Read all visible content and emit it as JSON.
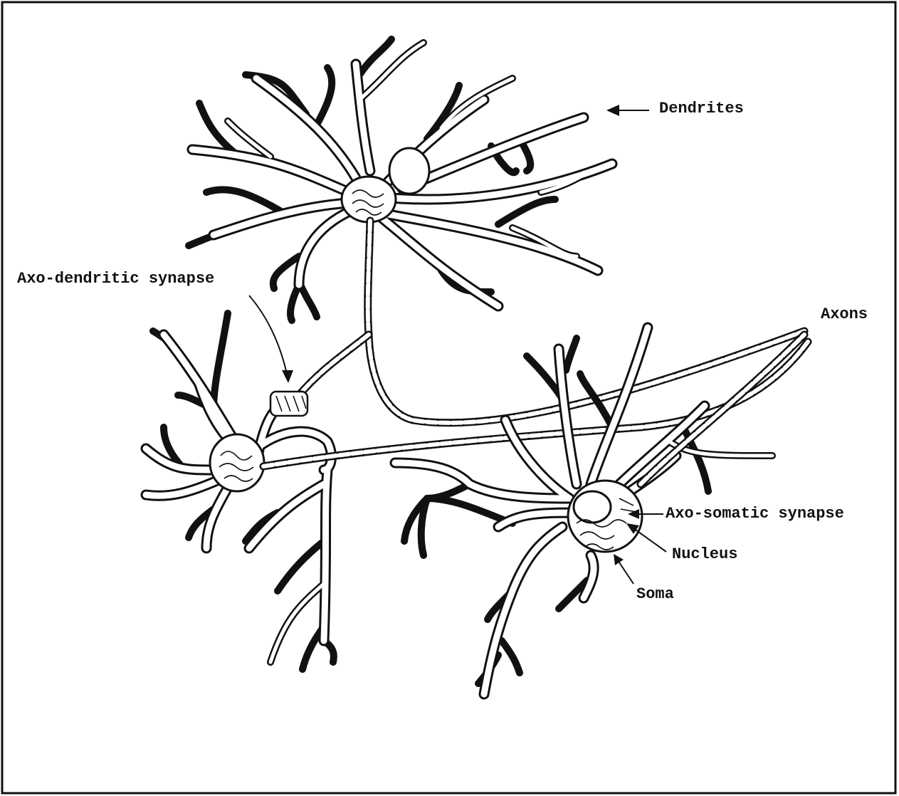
{
  "labels": {
    "dendrites": "Dendrites",
    "axons": "Axons",
    "axo_dendritic_synapse": "Axo-dendritic synapse",
    "axo_somatic_synapse": "Axo-somatic synapse",
    "nucleus": "Nucleus",
    "soma": "Soma"
  }
}
